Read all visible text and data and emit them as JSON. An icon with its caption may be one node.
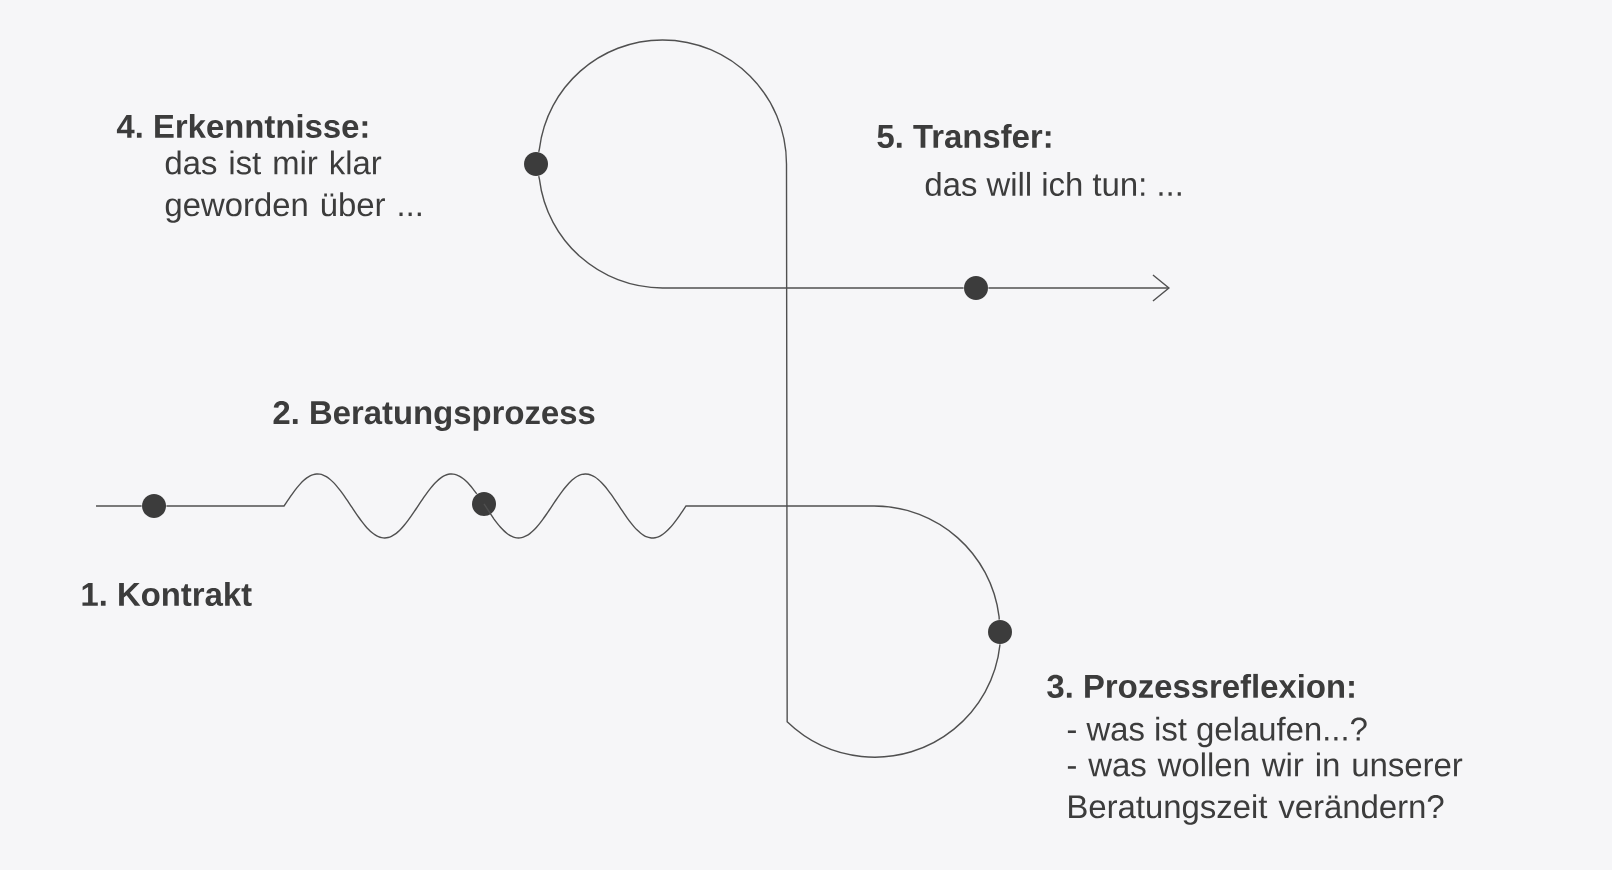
{
  "diagram": {
    "nodes": [
      {
        "text": [],
        "shape": "circle",
        "beside": [
          "1. Kontrakt"
        ]
      },
      {
        "text": [],
        "shape": "circle",
        "beside": [
          "2. Beratungsprozess"
        ]
      },
      {
        "text": [],
        "shape": "circle",
        "beside": [
          "3. Prozessreflexion:",
          "- was ist gelaufen...?",
          "- was wollen wir in unserer Beratungszeit verändern?"
        ]
      },
      {
        "text": [],
        "shape": "circle",
        "beside": [
          "4. Erkenntnisse:",
          "das ist mir klar geworden über ..."
        ]
      },
      {
        "text": [],
        "shape": "circle",
        "beside": [
          "5. Transfer:",
          "das will ich tun: ..."
        ]
      }
    ],
    "edges": [
      {
        "from": null,
        "to": 0,
        "arrow": "none"
      },
      {
        "from": 0,
        "to": 1,
        "arrow": "none"
      },
      {
        "from": 1,
        "to": 2,
        "arrow": "none"
      },
      {
        "from": 2,
        "to": 3,
        "arrow": "none"
      },
      {
        "from": 3,
        "to": 4,
        "arrow": "none"
      },
      {
        "from": 4,
        "to": null,
        "arrow": "to"
      }
    ]
  }
}
